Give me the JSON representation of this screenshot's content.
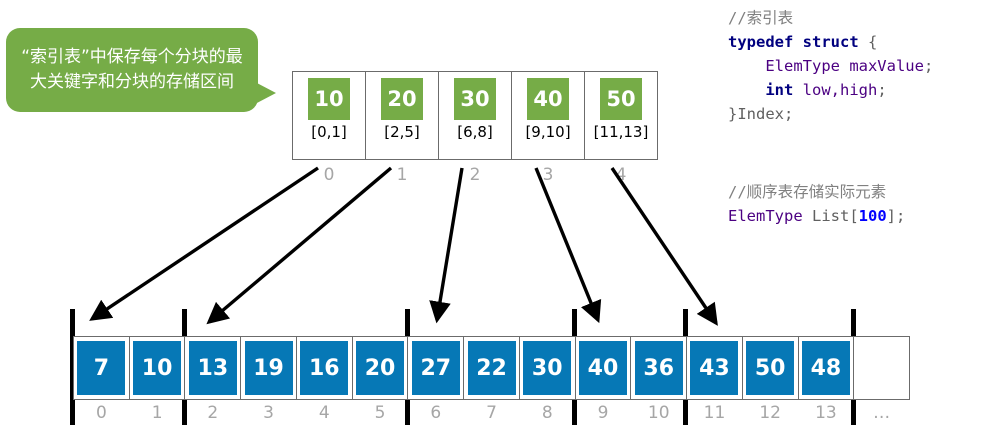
{
  "callout": {
    "text": "“索引表”中保存每个分块的最大关键字和分块的存储区间"
  },
  "colors": {
    "green": "#76ac47",
    "blue": "#0678b6",
    "index_label": "#a6a6a6",
    "border": "#6b6b6b",
    "separator": "#000000"
  },
  "index_table": {
    "name": "索引表",
    "cells": [
      {
        "max": "10",
        "range": "[0,1]",
        "idx": "0"
      },
      {
        "max": "20",
        "range": "[2,5]",
        "idx": "1"
      },
      {
        "max": "30",
        "range": "[6,8]",
        "idx": "2"
      },
      {
        "max": "40",
        "range": "[9,10]",
        "idx": "3"
      },
      {
        "max": "50",
        "range": "[11,13]",
        "idx": "4"
      }
    ]
  },
  "code": {
    "block1": {
      "comment": "//索引表",
      "line_typedef_kw": "typedef struct",
      "line_typedef_brace": " {",
      "field1_type": "ElemType",
      "field1_name": " maxValue",
      "field1_semi": ";",
      "field2_kw": "int",
      "field2_name": " low,high",
      "field2_semi": ";",
      "close": "}",
      "close_name": "Index",
      "close_semi": ";"
    },
    "block2": {
      "comment": "//顺序表存储实际元素",
      "type": "ElemType",
      "name": " List",
      "bracket_open": "[",
      "size": "100",
      "bracket_close": "]",
      "semi": ";"
    }
  },
  "list_table": {
    "cells": [
      {
        "value": "7",
        "idx": "0"
      },
      {
        "value": "10",
        "idx": "1"
      },
      {
        "value": "13",
        "idx": "2"
      },
      {
        "value": "19",
        "idx": "3"
      },
      {
        "value": "16",
        "idx": "4"
      },
      {
        "value": "20",
        "idx": "5"
      },
      {
        "value": "27",
        "idx": "6"
      },
      {
        "value": "22",
        "idx": "7"
      },
      {
        "value": "30",
        "idx": "8"
      },
      {
        "value": "40",
        "idx": "9"
      },
      {
        "value": "36",
        "idx": "10"
      },
      {
        "value": "43",
        "idx": "11"
      },
      {
        "value": "50",
        "idx": "12"
      },
      {
        "value": "48",
        "idx": "13"
      },
      {
        "value": "",
        "idx": "…"
      }
    ]
  }
}
